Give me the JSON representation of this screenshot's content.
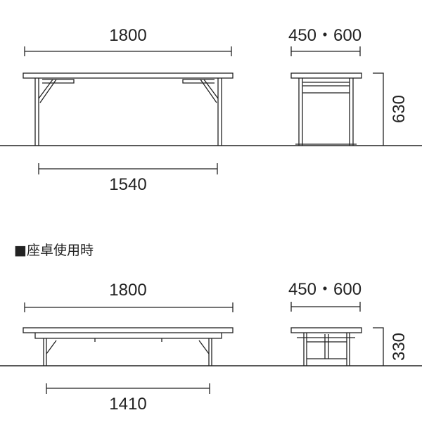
{
  "standard": {
    "width": "1800",
    "depth": "450・600",
    "height": "630",
    "leg_span": "1540"
  },
  "floor": {
    "heading": "■座卓使用時",
    "width": "1800",
    "depth": "450・600",
    "height": "330",
    "leg_span": "1410"
  }
}
